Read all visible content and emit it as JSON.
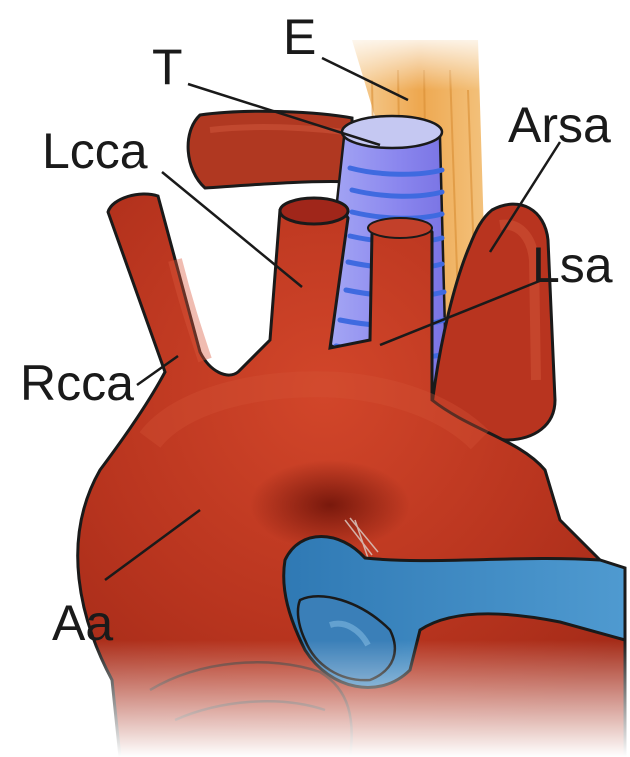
{
  "diagram": {
    "labels": {
      "e": "E",
      "t": "T",
      "lcca": "Lcca",
      "arsa": "Arsa",
      "lsa": "Lsa",
      "rcca": "Rcca",
      "aa": "Aa"
    },
    "colors": {
      "artery": "#b8341f",
      "artery_dark": "#8a1c10",
      "trachea": "#8e8cf0",
      "trachea_ring": "#4a7be8",
      "esophagus": "#f0b468",
      "vein": "#3f8cc6",
      "outline": "#1a1a1a"
    }
  }
}
